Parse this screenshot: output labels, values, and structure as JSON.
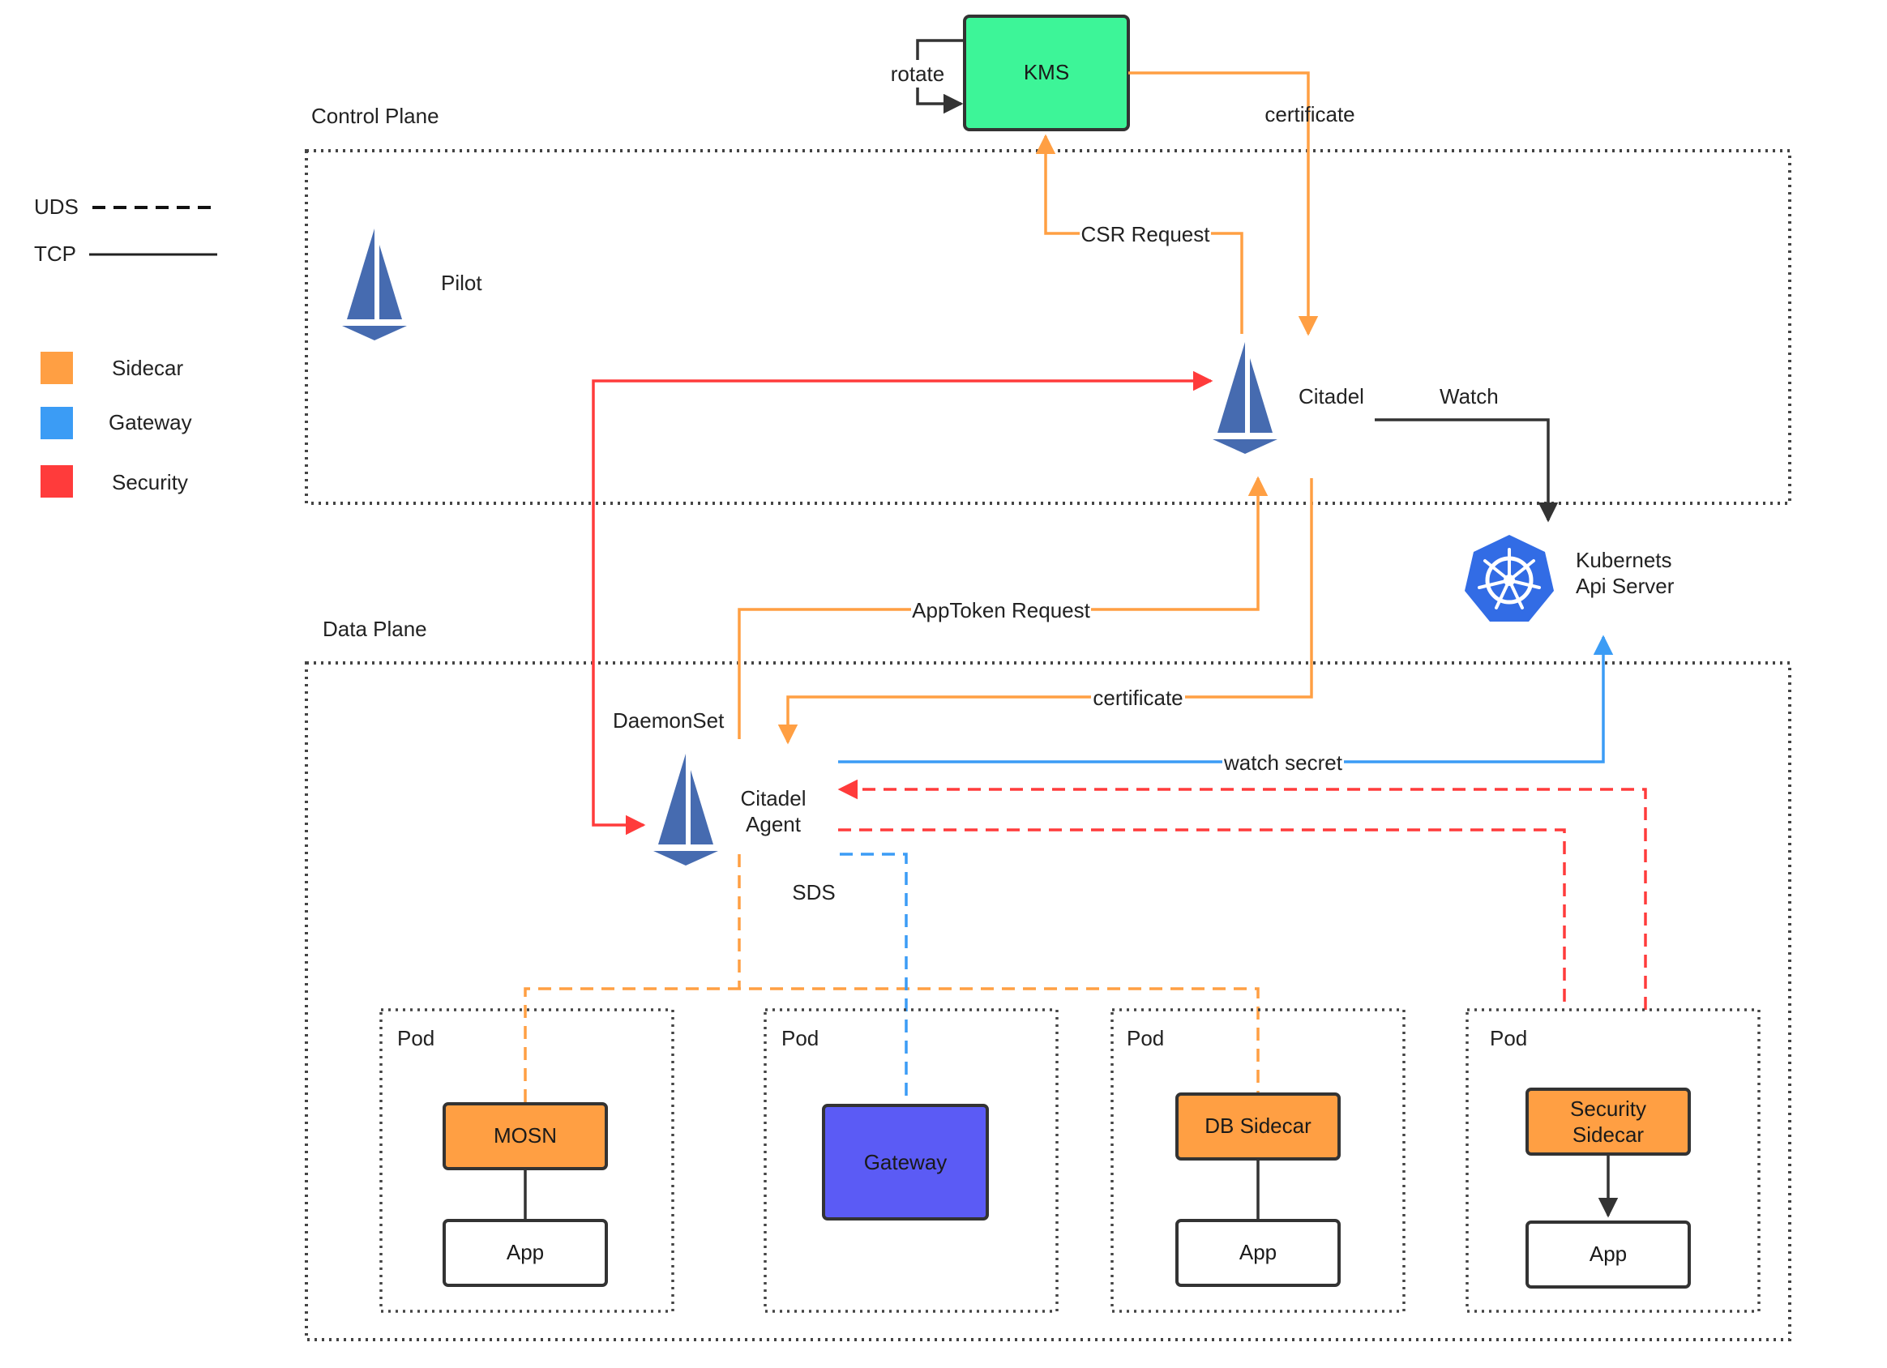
{
  "legend": {
    "uds_label": "UDS",
    "tcp_label": "TCP",
    "sidecar_label": "Sidecar",
    "gateway_label": "Gateway",
    "security_label": "Security"
  },
  "colors": {
    "sidecar": "#ff9f43",
    "gateway": "#3b9cf5",
    "security": "#ff3b3b",
    "kms": "#3df598",
    "gateway_box": "#5b5bf5",
    "istio_sail": "#466bb0",
    "k8s": "#326ce5"
  },
  "icons": {
    "istio": "istio-sail-icon",
    "kubernetes": "kubernetes-wheel-icon"
  },
  "planes": {
    "control": "Control Plane",
    "data": "Data Plane"
  },
  "kms": {
    "label": "KMS",
    "rotate": "rotate"
  },
  "control": {
    "pilot": "Pilot",
    "citadel": "Citadel",
    "watch": "Watch",
    "csr_request": "CSR Request",
    "certificate_top": "certificate"
  },
  "kubernetes": {
    "line1": "Kubernets",
    "line2": "Api Server"
  },
  "data": {
    "apptoken_request": "AppToken Request",
    "certificate": "certificate",
    "daemonset": "DaemonSet",
    "agent_line1": "Citadel",
    "agent_line2": "Agent",
    "watch_secret": "watch secret",
    "sds": "SDS"
  },
  "pods": [
    {
      "label": "Pod",
      "sidecar": "MOSN",
      "app": "App"
    },
    {
      "label": "Pod",
      "gateway": "Gateway"
    },
    {
      "label": "Pod",
      "sidecar": "DB Sidecar",
      "app": "App"
    },
    {
      "label": "Pod",
      "sidecar_line1": "Security",
      "sidecar_line2": "Sidecar",
      "app": "App"
    }
  ]
}
